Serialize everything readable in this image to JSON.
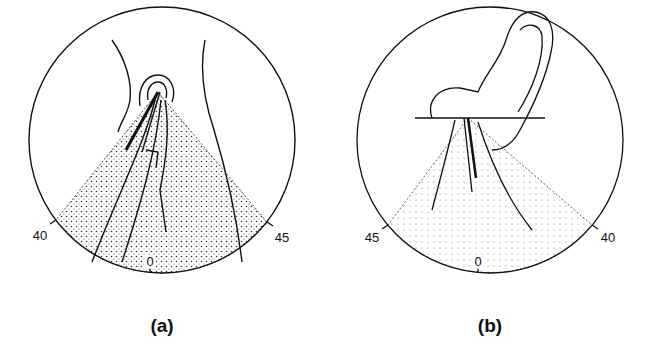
{
  "diagram": {
    "labels": [
      "40",
      "45",
      "0",
      "45",
      "40",
      "0",
      "(a)",
      "(b)"
    ]
  }
}
